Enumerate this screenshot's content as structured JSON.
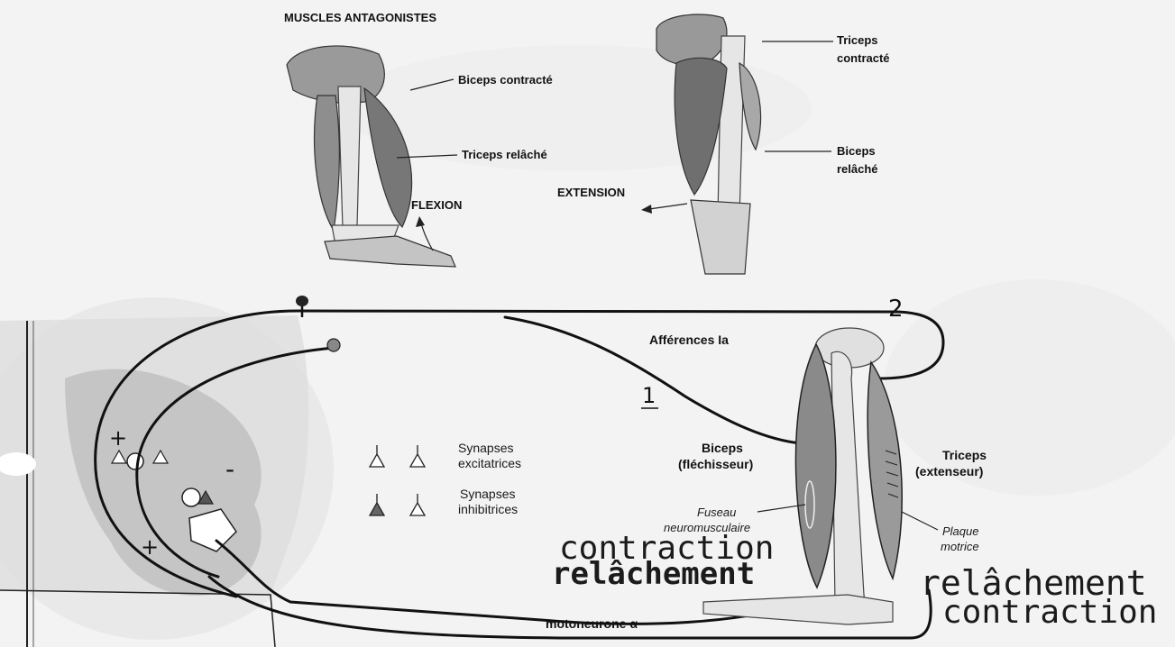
{
  "top": {
    "title": "MUSCLES ANTAGONISTES",
    "flexion": {
      "biceps_label": "Biceps contracté",
      "triceps_label": "Triceps relâché",
      "movement": "FLEXION"
    },
    "extension": {
      "triceps_line1": "Triceps",
      "triceps_line2": "contracté",
      "biceps_line1": "Biceps",
      "biceps_line2": "relâché",
      "movement": "EXTENSION"
    }
  },
  "reflex": {
    "pathway_2": "2",
    "afferences": "Afférences Ia",
    "pathway_1": "1",
    "biceps_line1": "Biceps",
    "biceps_line2": "(fléchisseur)",
    "triceps_line1": "Triceps",
    "triceps_line2": "(extenseur)",
    "legend": {
      "excit_line1": "Synapses",
      "excit_line2": "excitatrices",
      "inhib_line1": "Synapses",
      "inhib_line2": "inhibitrices"
    },
    "fuseau_line1": "Fuseau",
    "fuseau_line2": "neuromusculaire",
    "plaque_line1": "Plaque",
    "plaque_line2": "motrice",
    "left_state_1": "contraction",
    "left_state_2": "relâchement",
    "right_state_1": "relâchement",
    "right_state_2": "contraction",
    "motoneurone": "motoneurone α",
    "signs": {
      "plus_top": "+",
      "minus": "-",
      "plus_bottom": "+"
    }
  },
  "colors": {
    "ink": "#111111",
    "muscle_dark": "#6f6f6f",
    "muscle_light": "#a8a8a8",
    "bone": "#e6e6e6",
    "paper": "#f3f3f3"
  }
}
